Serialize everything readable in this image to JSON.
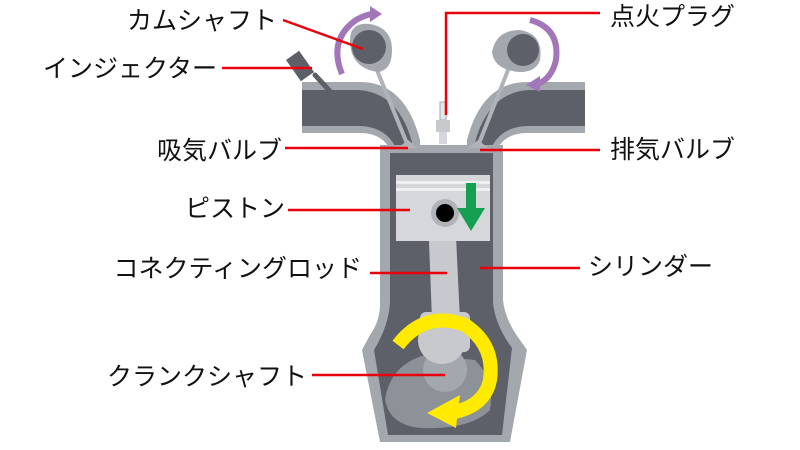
{
  "labels": {
    "camshaft": "カムシャフト",
    "injector": "インジェクター",
    "intake_valve": "吸気バルブ",
    "piston": "ピストン",
    "connecting_rod": "コネクティングロッド",
    "crankshaft": "クランクシャフト",
    "spark_plug": "点火プラグ",
    "exhaust_valve": "排気バルブ",
    "cylinder": "シリンダー"
  },
  "colors": {
    "leader_line": "#e8000b",
    "engine_dark": "#5d6068",
    "engine_light": "#a3a8ae",
    "piston": "#d5d7da",
    "cam_arrow": "#a276b8",
    "piston_arrow": "#14a050",
    "crank_arrow": "#ffea00"
  },
  "arrows": {
    "cams": "rotating",
    "piston": "down",
    "crank": "rotating"
  }
}
